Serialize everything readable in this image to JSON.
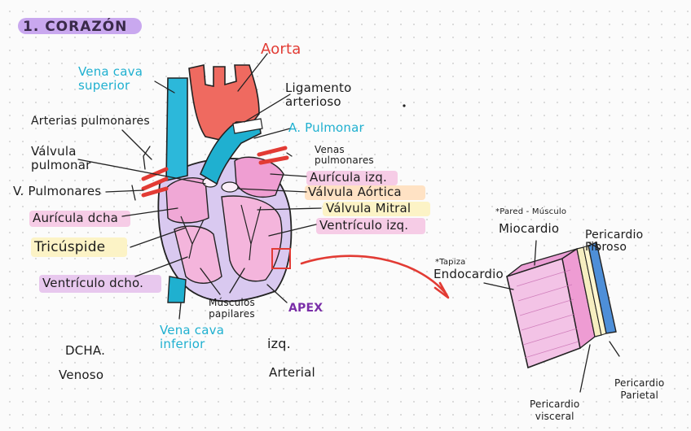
{
  "title": "1. CORAZÓN",
  "labels": {
    "aorta": "Aorta",
    "vena_cava_superior": "Vena cava\nsuperior",
    "ligamento": "Ligamento\narterioso",
    "arterias_pulmonares": "Arterias pulmonares",
    "a_pulmonar": "A. Pulmonar",
    "valvula_pulmonar": "Válvula\npulmonar",
    "venas_pulmonares": "Venas\npulmonares",
    "auricula_izq": "Aurícula izq.",
    "v_pulmonares": "V. Pulmonares",
    "valvula_aortica": "Válvula Aórtica",
    "valvula_mitral": "Válvula Mitral",
    "auricula_dcha": "Aurícula dcha",
    "ventriculo_izq": "Ventrículo izq.",
    "tricuspide": "Tricúspide",
    "ventriculo_dcho": "Ventrículo dcho.",
    "musculos_papilares": "Músculos\npapilares",
    "apex": "APEX",
    "vena_cava_inferior": "Vena cava\ninferior",
    "dcha": "DCHA.",
    "venoso": "Venoso",
    "izq": "izq.",
    "arterial": "Arterial",
    "pared_musculo": "*Pared - Músculo",
    "miocardio": "Miocardio",
    "tapiza": "*Tapiza",
    "endocardio": "Endocardio",
    "pericardio_fibroso": "Pericardio\nFibroso",
    "pericardio_parietal": "Pericardio\nParietal",
    "pericardio_visceral": "Pericardio\nvisceral"
  },
  "colors": {
    "title_bg": "#c9a8ef",
    "red": "#e23b34",
    "blue": "#1fb0d0",
    "apex": "#7a2ea8",
    "highlight_pink": "#f6cce6",
    "highlight_orange": "#ffe2c4",
    "highlight_yellow": "#fcf3c6",
    "highlight_lilac": "#e8c8ee"
  }
}
